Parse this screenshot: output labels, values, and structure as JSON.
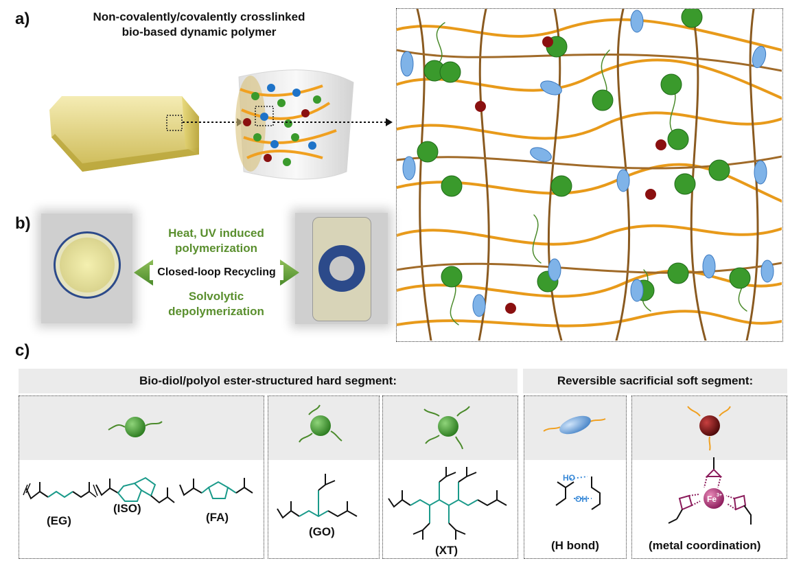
{
  "panels": {
    "a": "a)",
    "b": "b)",
    "c": "c)"
  },
  "panel_a": {
    "title_line1": "Non-covalently/covalently crosslinked",
    "title_line2": "bio-based  dynamic polymer"
  },
  "panel_b": {
    "top_line1": "Heat, UV induced",
    "top_line2": "polymerization",
    "arrow_label": "Closed-loop Recycling",
    "bottom_line1": "Solvolytic",
    "bottom_line2": "depolymerization"
  },
  "panel_c": {
    "hard_header": "Bio-diol/polyol ester-structured hard segment:",
    "soft_header": "Reversible sacrificial soft segment:",
    "labels": {
      "eg": "(EG)",
      "iso": "(ISO)",
      "fa": "(FA)",
      "go": "(GO)",
      "xt": "(XT)",
      "hbond": "(H bond)",
      "metal": "(metal coordination)"
    },
    "fe": "Fe",
    "fe_sup": "3+",
    "ho": "HO",
    "oh": "OH",
    "o": "O"
  },
  "colors": {
    "green_text": "#5a8f2e",
    "orange_chain": "#f0a020",
    "green_bead": "#3a9a2c",
    "blue_ellipse": "#7fb3e8",
    "red_bead": "#8a1010",
    "teal_structure": "#1a9a8a",
    "blue_hbond": "#3a8ad8",
    "fe_purple": "#9a2a6a"
  }
}
